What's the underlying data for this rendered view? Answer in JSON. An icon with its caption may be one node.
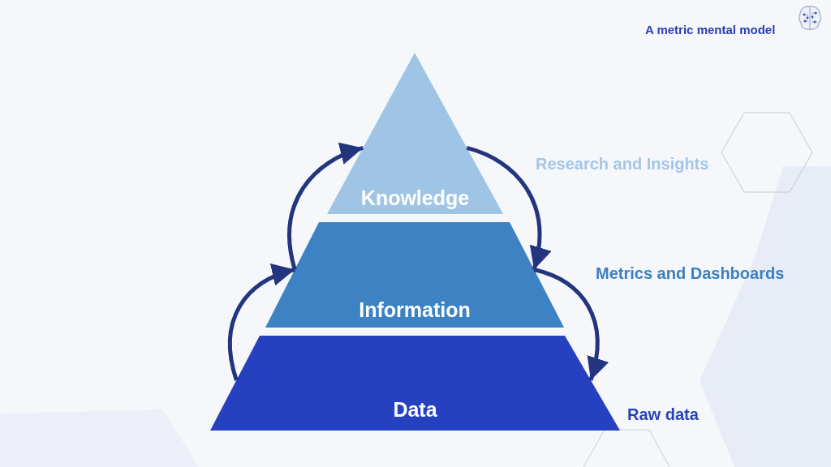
{
  "diagram": {
    "title": "A metric mental model",
    "nodes": [
      {
        "text": [
          "Knowledge"
        ],
        "beside": [
          "Research and Insights"
        ]
      },
      {
        "text": [
          "Information"
        ],
        "beside": [
          "Metrics and Dashboards"
        ]
      },
      {
        "text": [
          "Data"
        ],
        "beside": [
          "Raw data"
        ]
      }
    ],
    "edges": [
      {
        "from": 2,
        "to": 1,
        "arrow": "to"
      },
      {
        "from": 1,
        "to": 0,
        "arrow": "to"
      },
      {
        "from": 0,
        "to": 1,
        "arrow": "to"
      },
      {
        "from": 1,
        "to": 2,
        "arrow": "to"
      }
    ]
  }
}
